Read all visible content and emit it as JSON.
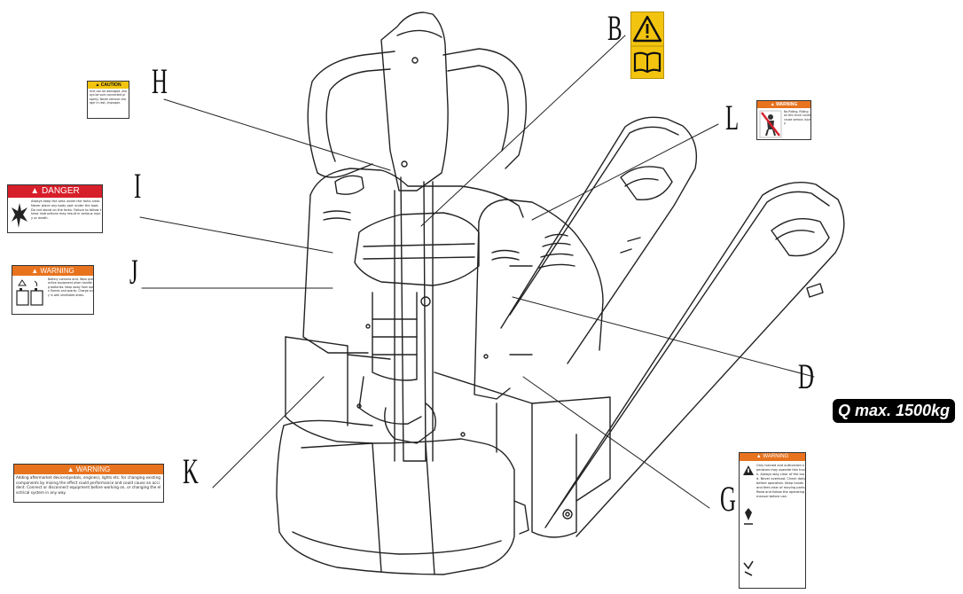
{
  "labels": {
    "b": "B",
    "h": "H",
    "l": "L",
    "i": "I",
    "j": "J",
    "d": "D",
    "k": "K",
    "g": "G"
  },
  "capacity_plate": {
    "text": "Q max. 1500kg"
  },
  "decals": {
    "h": {
      "header": "CAUTION",
      "header_color": "#f2c40f",
      "body": "Unit can be damaged. Always be sure connected properly. Never remove charger in rest, improper."
    },
    "i": {
      "header": "DANGER",
      "header_color": "#d71f2b",
      "body": "Always keep the area under the forks clear. Never place any body part under the load. Do not stand on the forks. Failure to follow these instructions may result in serious injury or death."
    },
    "j": {
      "header": "WARNING",
      "header_color": "#e8731e",
      "body": "Battery contains acid. Wear protective equipment when handling batteries. Keep away from open flames and sparks. Charge only in well ventilated areas."
    },
    "k": {
      "header": "WARNING",
      "header_color": "#e8731e",
      "body": "Adding aftermarket devices(pedals, engines), lights etc. for changing existing components by mixing the effect could performance and could cause an accident. Connect or disconnect equipment before working on, or changing the electrical system in any way."
    },
    "l": {
      "header": "WARNING",
      "header_color": "#e8731e",
      "body": "No Riding. Riding on this truck could cause serious injury."
    },
    "g": {
      "header": "WARNING",
      "header_color": "#e8731e",
      "body": "Only trained and authorized operators may operate this truck. Always stay clear of the load. Never overload. Check daily before operation. Keep hands and feet clear of moving parts. Read and follow the operating manual before use."
    }
  }
}
